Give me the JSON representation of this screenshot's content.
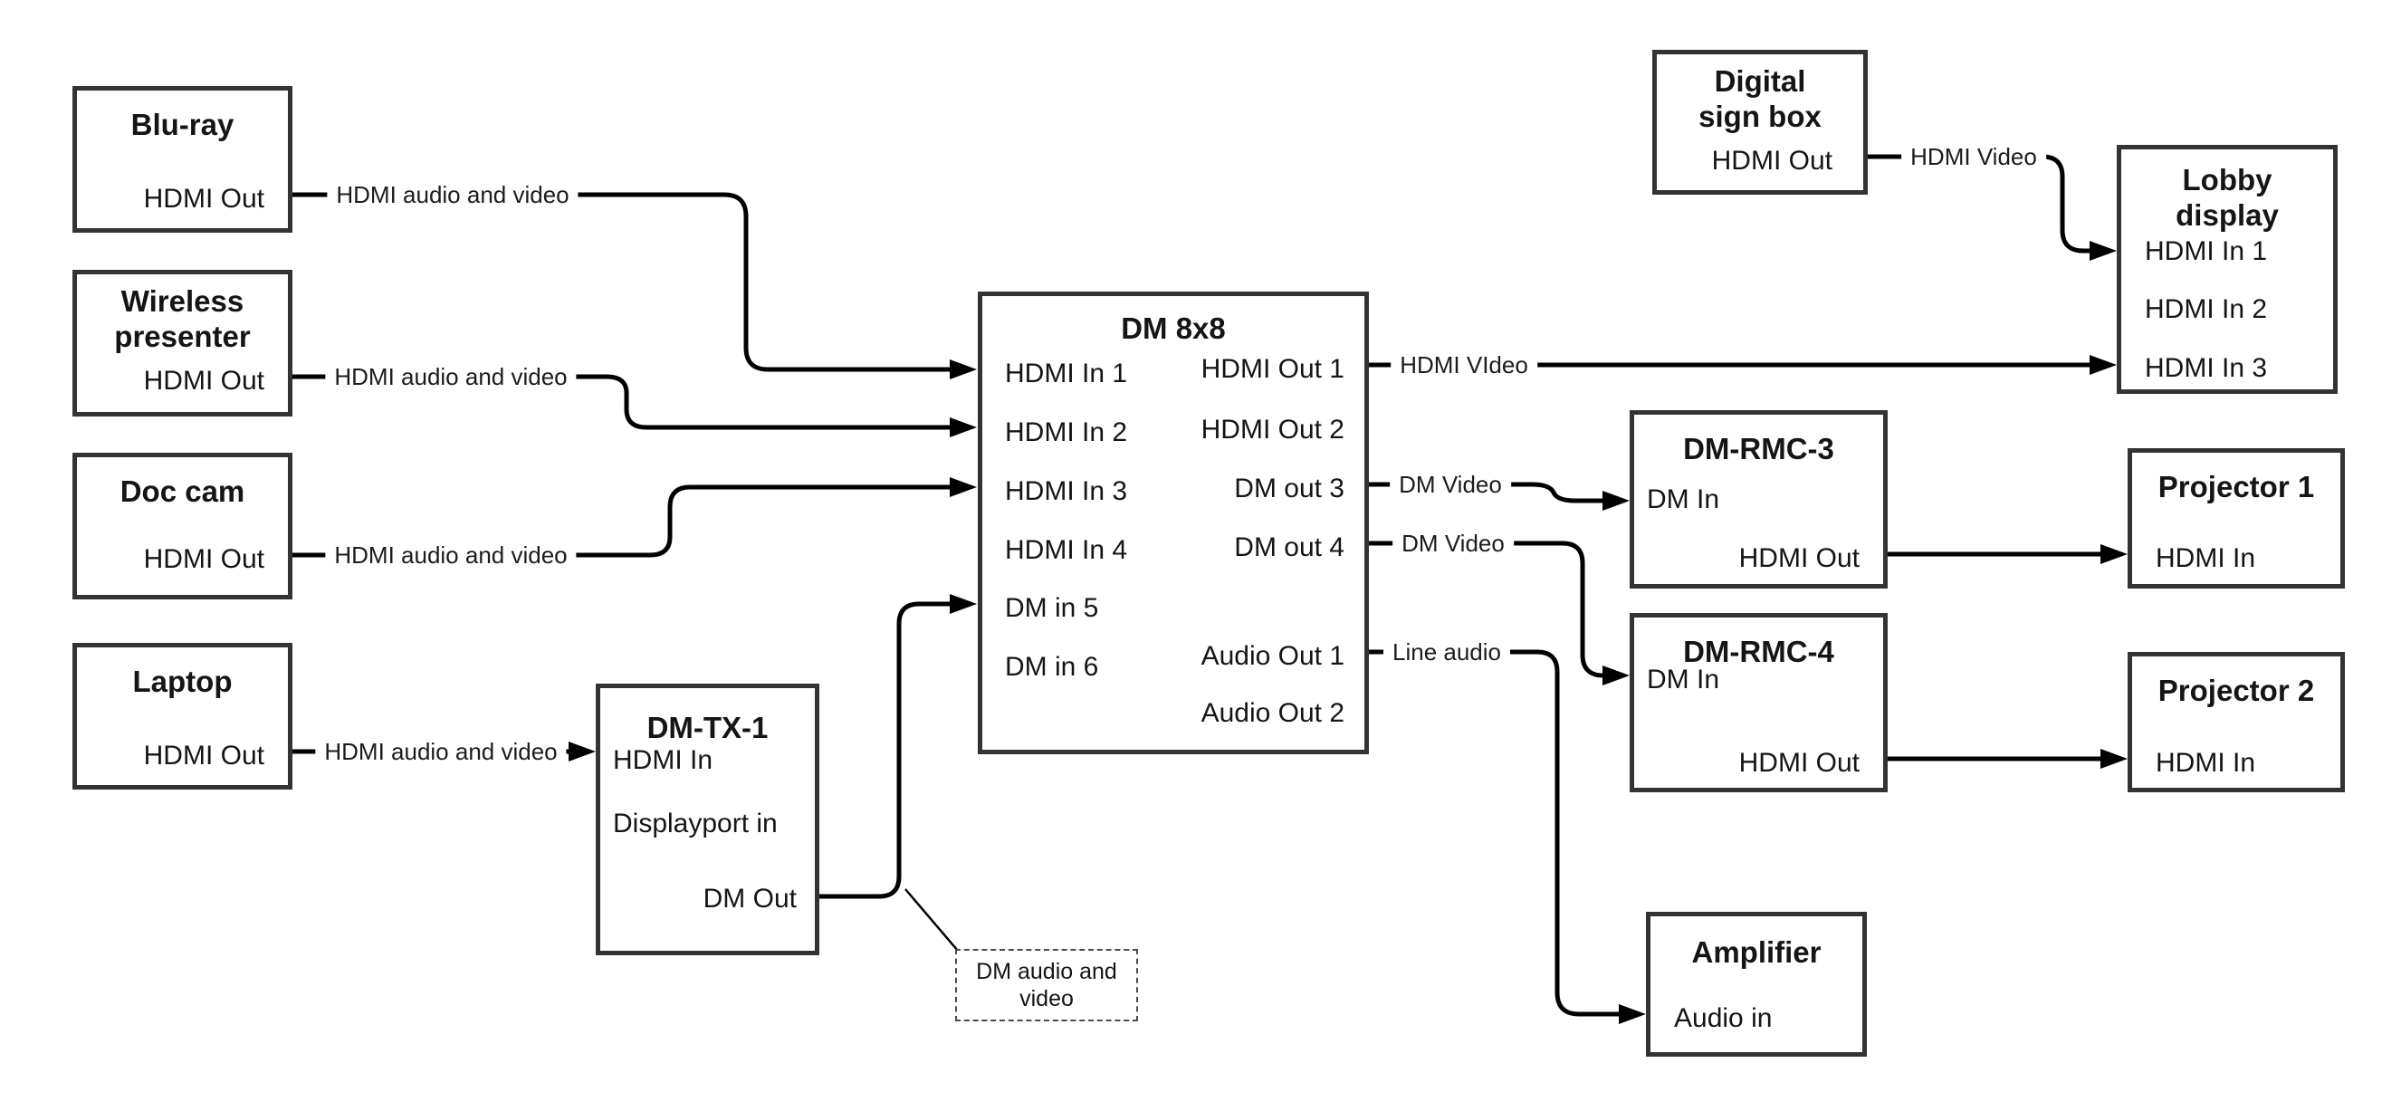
{
  "nodes": {
    "bluray": {
      "title": "Blu-ray",
      "port_hdmi_out": "HDMI Out"
    },
    "wireless": {
      "title": "Wireless presenter",
      "port_hdmi_out": "HDMI Out"
    },
    "doccam": {
      "title": "Doc cam",
      "port_hdmi_out": "HDMI Out"
    },
    "laptop": {
      "title": "Laptop",
      "port_hdmi_out": "HDMI Out"
    },
    "dmtx1": {
      "title": "DM-TX-1",
      "port_hdmi_in": "HDMI In",
      "port_dp_in": "Displayport in",
      "port_dm_out": "DM Out"
    },
    "dm8x8": {
      "title": "DM 8x8",
      "in1": "HDMI In 1",
      "in2": "HDMI In 2",
      "in3": "HDMI In 3",
      "in4": "HDMI In 4",
      "in5": "DM in 5",
      "in6": "DM in 6",
      "out1": "HDMI Out 1",
      "out2": "HDMI Out 2",
      "out3": "DM out 3",
      "out4": "DM out 4",
      "aout1": "Audio Out 1",
      "aout2": "Audio Out 2"
    },
    "signbox": {
      "title": "Digital sign box",
      "port_hdmi_out": "HDMI Out"
    },
    "lobby": {
      "title": "Lobby display",
      "in1": "HDMI In 1",
      "in2": "HDMI In 2",
      "in3": "HDMI In 3"
    },
    "rmc3": {
      "title": "DM-RMC-3",
      "port_dm_in": "DM In",
      "port_hdmi_out": "HDMI Out"
    },
    "proj1": {
      "title": "Projector 1",
      "port_hdmi_in": "HDMI In"
    },
    "rmc4": {
      "title": "DM-RMC-4",
      "port_dm_in": "DM In",
      "port_hdmi_out": "HDMI Out"
    },
    "proj2": {
      "title": "Projector 2",
      "port_hdmi_in": "HDMI In"
    },
    "amp": {
      "title": "Amplifier",
      "port_audio_in": "Audio in"
    }
  },
  "wire_labels": {
    "bluray": "HDMI audio and video",
    "wireless": "HDMI audio and video",
    "doccam": "HDMI audio and video",
    "laptop": "HDMI audio and video",
    "hdmi_video_main": "HDMI VIdeo",
    "dm_video_3": "DM Video",
    "dm_video_4": "DM Video",
    "line_audio": "Line audio",
    "sign_hdmi_video": "HDMI Video"
  },
  "note": {
    "text": "DM audio and video"
  },
  "colors": {
    "wire": "#000000",
    "box_border": "#333333",
    "note_border": "#4a4a4a"
  }
}
